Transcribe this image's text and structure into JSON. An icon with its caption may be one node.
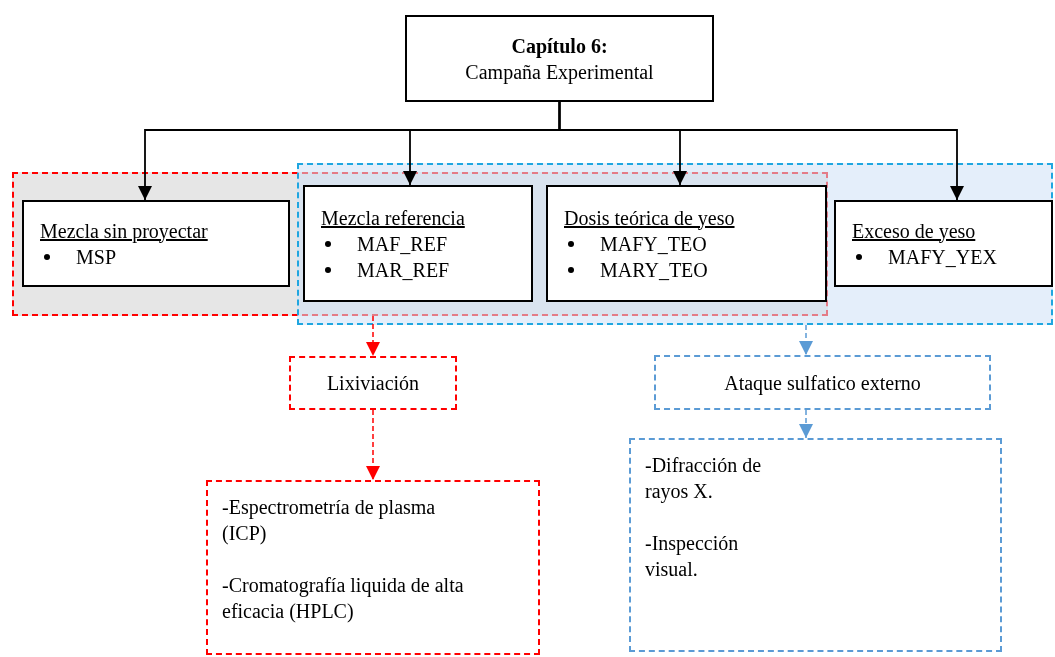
{
  "diagram": {
    "nodes": [
      {
        "text": [
          "Capítulo 6:",
          "Campaña Experimental"
        ]
      },
      {
        "text": [],
        "shape": "box"
      },
      {
        "text": [],
        "shape": "box"
      },
      {
        "text": [
          "Mezcla sin proyectar",
          "MSP"
        ],
        "in": 1
      },
      {
        "text": [
          "Mezcla referencia",
          "MAF_REF",
          "MAR_REF"
        ]
      },
      {
        "text": [
          "Dosis teórica de yeso",
          "MAFY_TEO",
          "MARY_TEO"
        ]
      },
      {
        "text": [
          "Exceso de yeso",
          "MAFY_YEX"
        ],
        "in": 2
      },
      {
        "text": [
          "Lixiviación"
        ]
      },
      {
        "text": [
          "Ataque sulfatico externo"
        ]
      },
      {
        "text": [
          "-Espectrometría de plasma (ICP)",
          "-Cromatografía liquida de alta eficacia (HPLC)"
        ]
      },
      {
        "text": [
          "-Difracción de rayos X.",
          "-Inspección visual."
        ]
      }
    ],
    "edges": [
      {
        "from": 0,
        "to": 3,
        "arrow": "to"
      },
      {
        "from": 0,
        "to": 4,
        "arrow": "to"
      },
      {
        "from": 0,
        "to": 5,
        "arrow": "to"
      },
      {
        "from": 0,
        "to": 6,
        "arrow": "to"
      },
      {
        "from": 1,
        "to": 7,
        "arrow": "to",
        "style": "dashed",
        "color": "#ff0000"
      },
      {
        "from": 7,
        "to": 9,
        "arrow": "to",
        "style": "dashed",
        "color": "#ff0000"
      },
      {
        "from": 2,
        "to": 8,
        "arrow": "to",
        "style": "dashed",
        "color": "#5b9bd5"
      },
      {
        "from": 8,
        "to": 10,
        "arrow": "to",
        "style": "dashed",
        "color": "#5b9bd5"
      }
    ]
  }
}
